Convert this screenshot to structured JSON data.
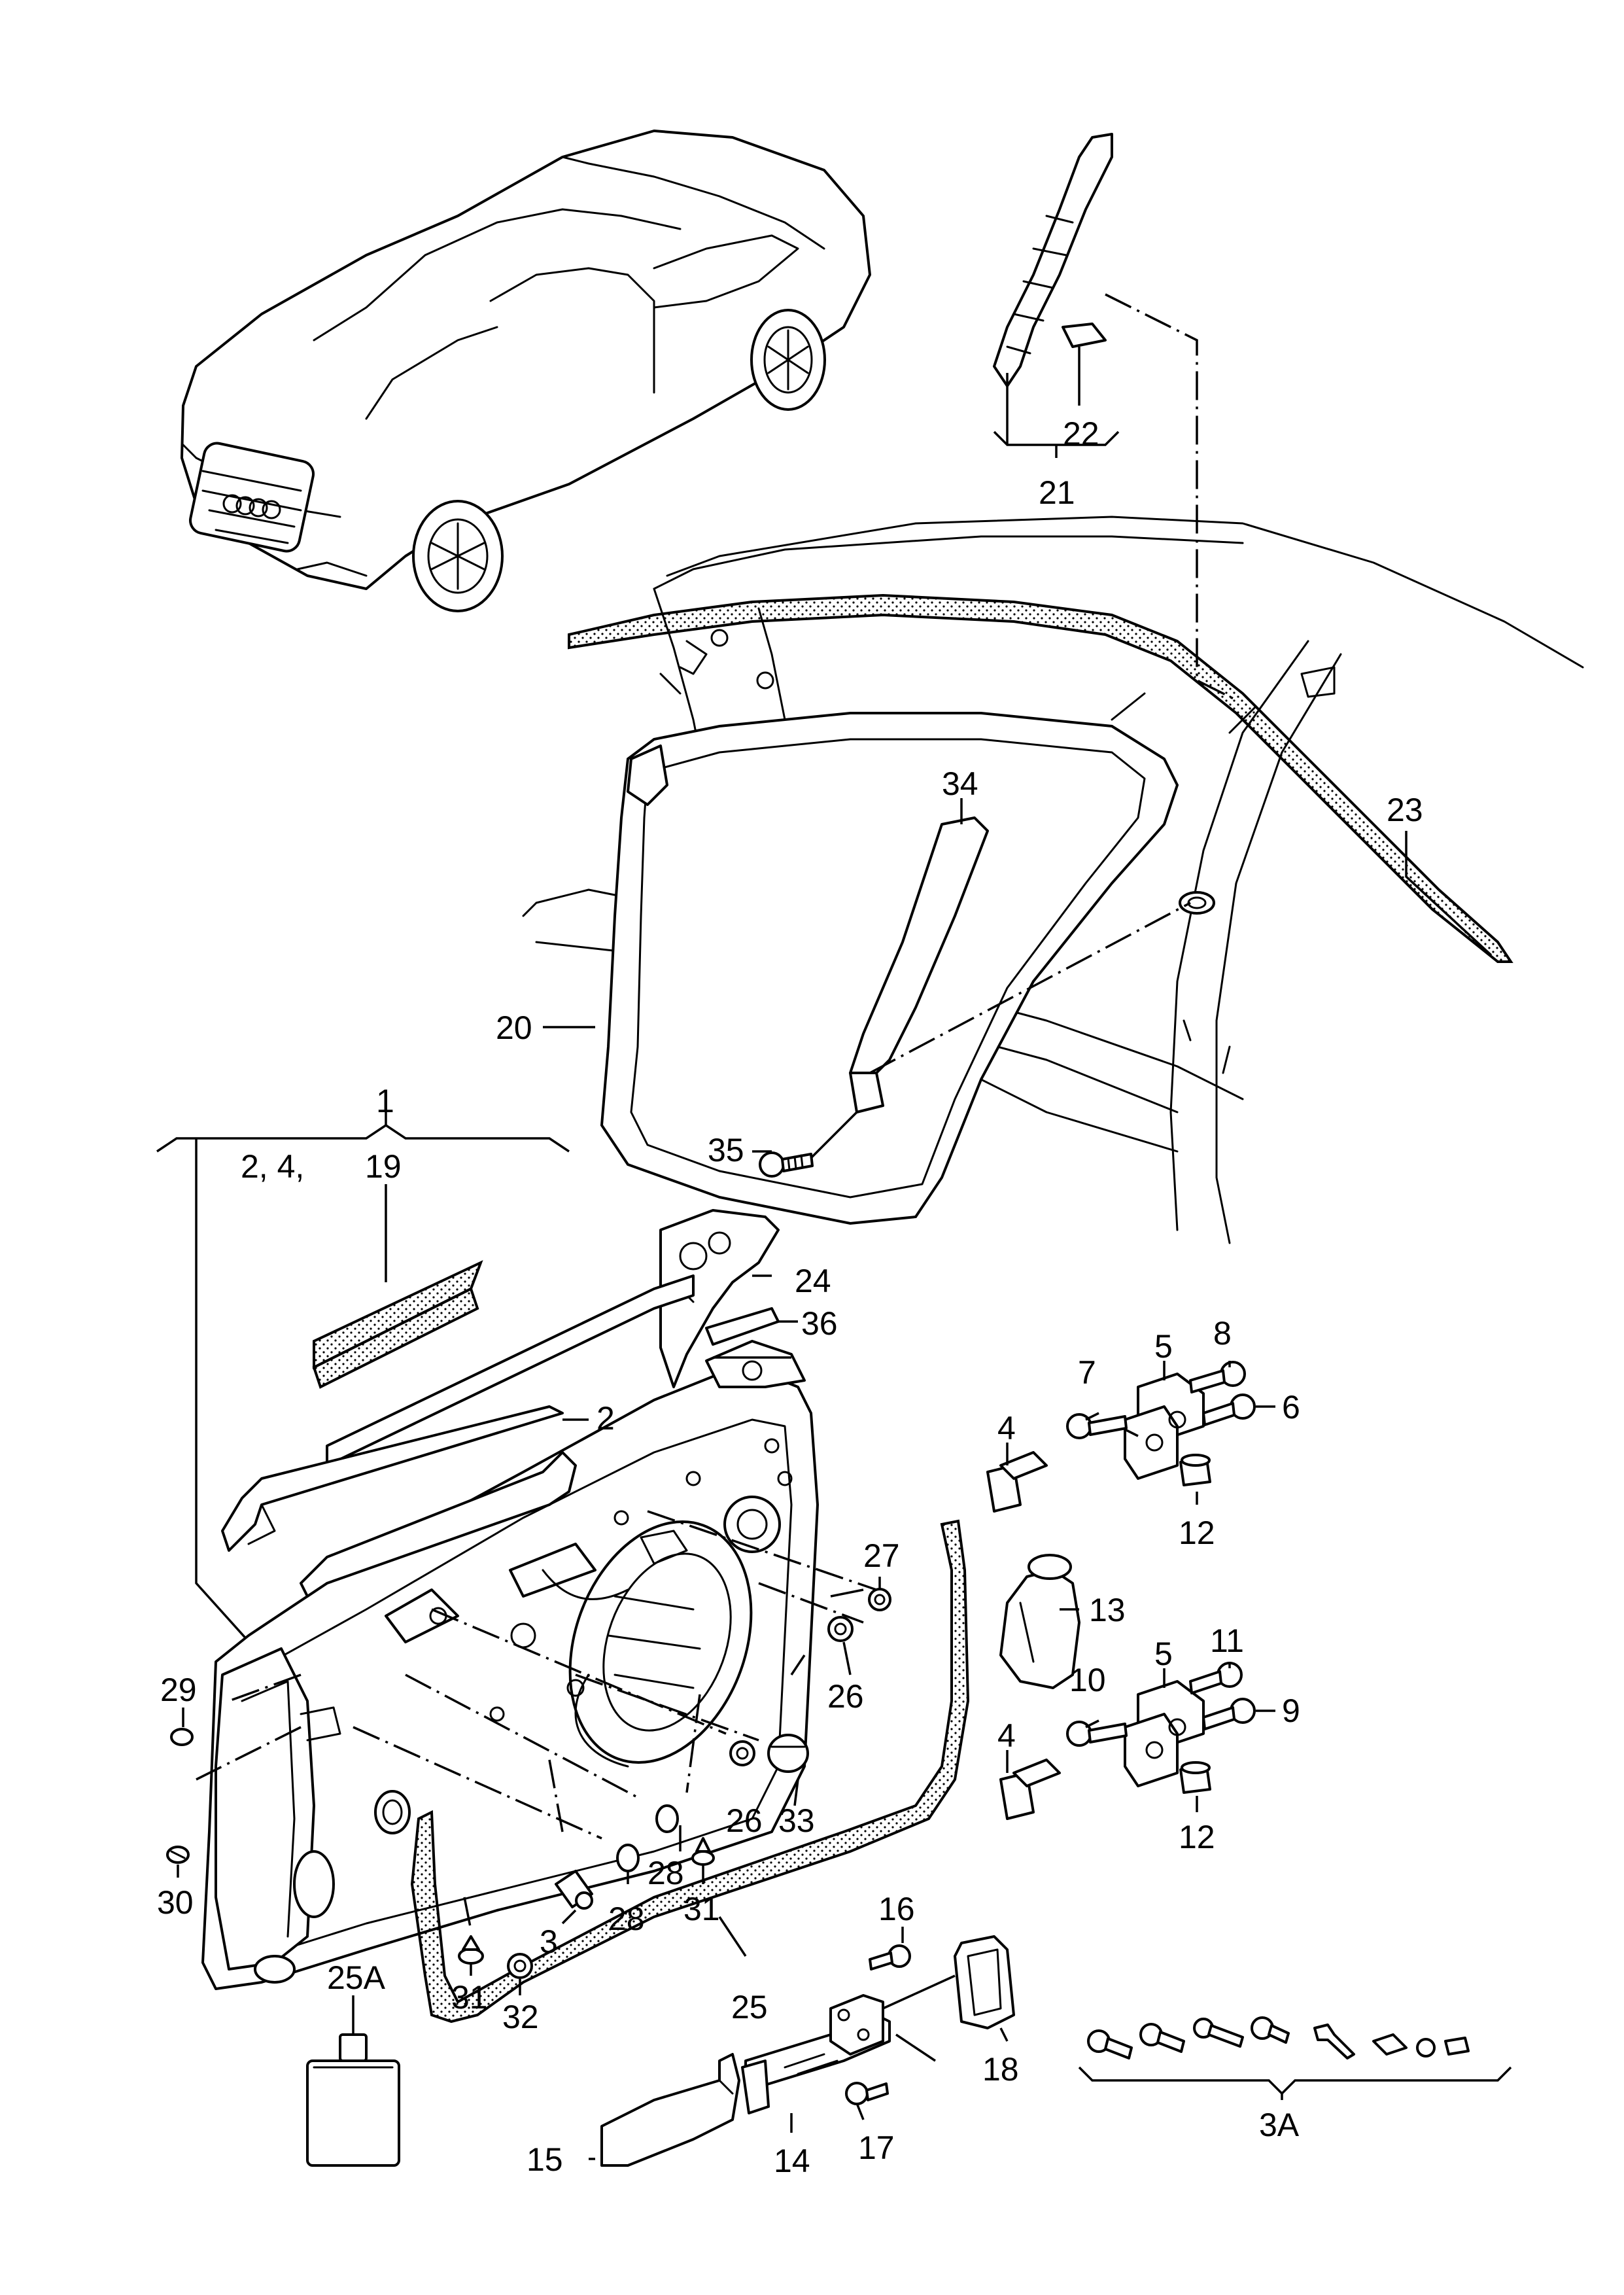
{
  "diagram": {
    "callouts": {
      "c1": "1",
      "c2": "2",
      "c2_4": "2,  4,",
      "c3": "3",
      "c3A": "3A",
      "c4a": "4",
      "c4b": "4",
      "c5a": "5",
      "c5b": "5",
      "c6": "6",
      "c7": "7",
      "c8": "8",
      "c9": "9",
      "c10": "10",
      "c11": "11",
      "c12a": "12",
      "c12b": "12",
      "c13": "13",
      "c14": "14",
      "c15": "15",
      "c16": "16",
      "c17": "17",
      "c18": "18",
      "c19": "19",
      "c20": "20",
      "c21": "21",
      "c22": "22",
      "c23": "23",
      "c24": "24",
      "c25": "25",
      "c25A": "25A",
      "c26a": "26",
      "c26b": "26",
      "c27": "27",
      "c28a": "28",
      "c28b": "28",
      "c29": "29",
      "c30": "30",
      "c31a": "31",
      "c31b": "31",
      "c32": "32",
      "c33": "33",
      "c34": "34",
      "c35": "35",
      "c36": "36"
    }
  }
}
